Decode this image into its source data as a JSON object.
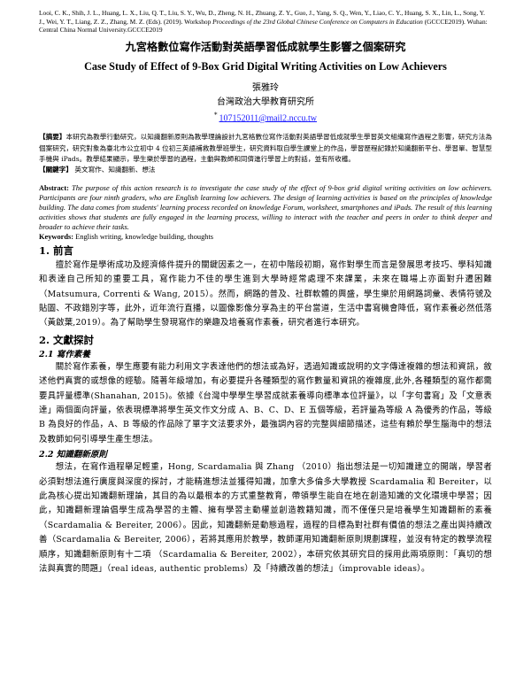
{
  "citation": {
    "prefix": "Looi, C. K., Shih, J. L., Huang, L. X., Liu, Q. T., Liu, S. Y., Wu, D., Zheng, N. H., Zhuang, Z. Y., Guo, J., Yang, S. Q., Wen, Y., Liao, C. Y., Huang, S. X., Lin, L., Song, Y. J., Wei, Y. T., Liang, Z. Z., Zhang, M. Z. (Eds). (2019). Workshop ",
    "italic": "Proceedings of the 23rd Global Chinese Conference on Computers in Education",
    "suffix": " (GCCCE2019). Wuhan: Central China Normal University.GCCCE2019"
  },
  "title_zh": "九宮格數位寫作活動對英語學習低成就學生影響之個案研究",
  "title_en": "Case Study of Effect of 9-Box Grid Digital Writing Activities on Low Achievers",
  "author": "張雅玲",
  "affiliation": "台灣政治大學教育研究所",
  "email_marker": "*",
  "email": "107152011@mail2.nccu.tw",
  "abstract_zh": {
    "label": "【摘要】",
    "text": "本研究為教學行動研究，以知識翻新原則為教學理論設計九宮格數位寫作活動對英語學習低成就學生學習英文組織寫作過程之影響，研究方法為個案研究，研究對象為臺北市公立初中 4 位初三英語補救教學班學生，研究資料取自學生課堂上的作品，學習歷程記錄於知識翻新平台、學習單、智慧型手機與 iPads。教學結果顯示，學生樂於學習的過程，主動與教師和同儕進行學習上的對話，並有所收穫。",
    "kw_label": "【關鍵字】",
    "kw_text": " 英文寫作、知識翻新、想法"
  },
  "abstract_en": {
    "label": "Abstract:",
    "text": " The purpose of this action research is to investigate the case study of the effect of 9-box grid digital writing activities on low achievers. Participants are four ninth graders, who are English learning low achievers. The design of learning activities is based on the principles of knowledge building. The data comes from students' learning process recorded on knowledge Forum, worksheet, smartphones and iPads. The result of this learning activities shows that students are fully engaged in the learning process, willing to interact with the teacher and peers in order to think deeper and broader to achieve their tasks.",
    "kw_label": "Keywords:",
    "kw_text": " English writing, knowledge building, thoughts"
  },
  "sections": {
    "s1_title": "1. 前言",
    "s1_p1": "擅於寫作是學術成功及經濟條件提升的關鍵因素之一，在初中階段初期，寫作對學生而言是發展思考技巧、學科知識和表達自己所知的重要工具，寫作能力不佳的學生進到大學時經常處理不來課業，未來在職場上亦面對升遷困難（Matsumura, Correnti & Wang, 2015）。然而，網路的普及、社群軟體的興盛，學生樂於用網路詞彙、表情符號及貼圖、不政錯別字等，此外，近年流行直播，以圖像影像分享為主的平台當道，生活中書寫機會降低，寫作素養必然低落（黃啟葉,2019）。為了幫助學生發現寫作的樂趣及培養寫作素養，研究者進行本研究。",
    "s2_title": "2. 文獻探討",
    "s21_title": "2.1 寫作素養",
    "s21_p1": "關於寫作素養，學生應要有能力利用文字表達他們的想法或為好，透過知識或說明的文字傳達複雜的想法和資訊，敘述他們真實的或想像的經驗。隨著年級增加，有必要提升各種類型的寫作數量和資訊的複雜度,此外,各種類型的寫作都需要具評量標準(Shanahan, 2015)。依據《台灣中學學生學習成就素養導向標準本位評量》，以「字句書寫」及「文意表達」兩個面向評量，依表現標準將學生英文作文分成 A、B、C、D、E 五個等級，若評量為等級 A 為優秀的作品，等級 B 為良好的作品，A、B 等級的作品除了單字文法要求外，最強調內容的完整與細節描述，這些有賴於學生腦海中的想法及教師如何引導學生產生想法。",
    "s22_title": "2.2 知識翻新原則",
    "s22_p1": "想法，在寫作過程舉足輕重，Hong, Scardamalia 與 Zhang （2010）指出想法是一切知識建立的開端，學習者必須對想法進行廣度與深度的探討，才能精進想法並獲得知識，加拿大多倫多大學教授 Scardamalia 和 Bereiter，以此為核心提出知識翻新理論，其目的為以最根本的方式重整教育，帶領學生能自在地在創造知識的文化環境中學習；因此，知識翻新理論倡學生成為學習的主體、擁有學習主動權並創造教籍知識，而不僅僅只是培養學生知識翻新的素養（Scardamalia & Bereiter, 2006）。因此，知識翻新是動態過程，過程的目標為對社群有價值的想法之產出與持續改善（Scardamalia & Bereiter, 2006），若將其應用於教學，教師運用知識翻新原則規劃課程，並沒有特定的教學流程順序，知識翻新原則有十二項 （Scardamalia & Bereiter, 2002），本研究依其研究目的採用此兩項原則：「真切的想法與真實的問題」（real ideas, authentic problems）及「持續改善的想法」（improvable ideas）。"
  }
}
